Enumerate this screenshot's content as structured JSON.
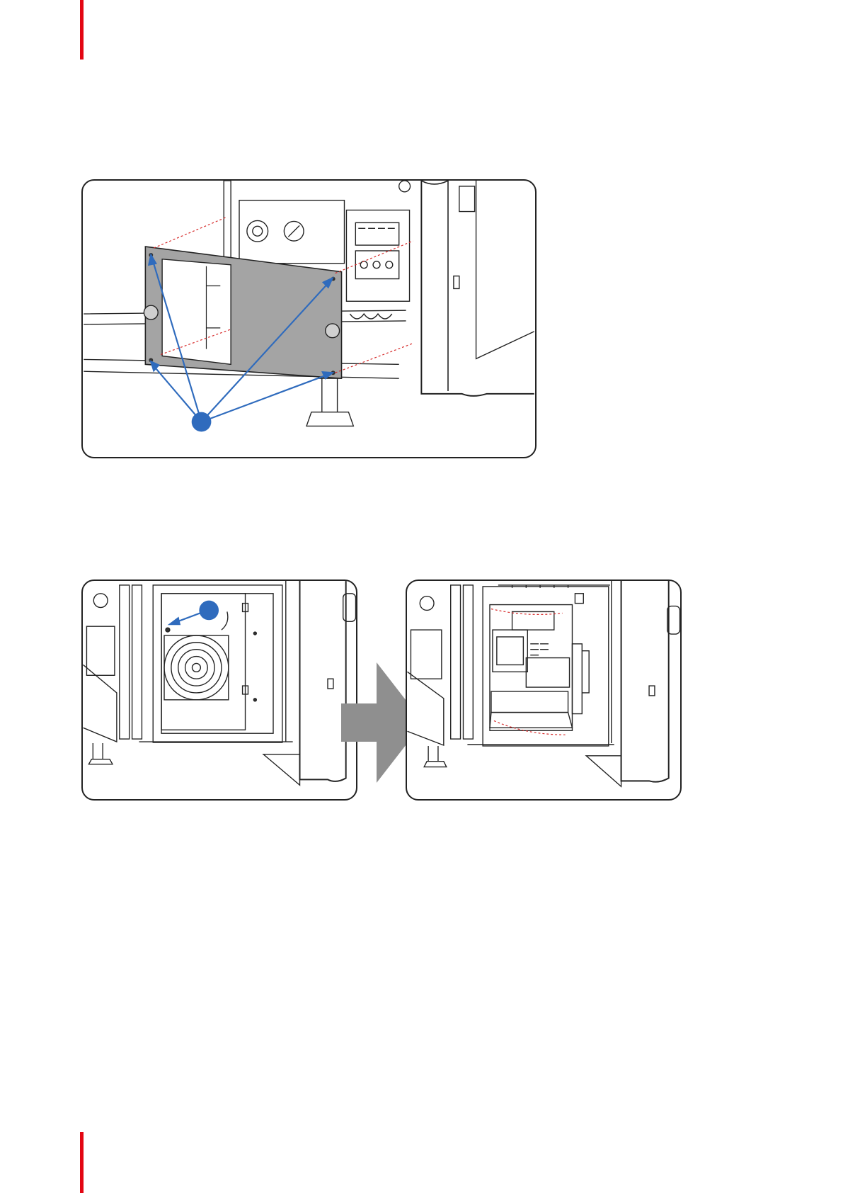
{
  "page": {
    "accent_color": "#e30613",
    "callout_color": "#2f6bbd",
    "guide_line_color": "#d62828",
    "panel_color": "#a4a4a4",
    "arrow_color": "#8f8f8f"
  },
  "figures": [
    {
      "name": "cover-plate-removal",
      "callout": ""
    },
    {
      "name": "fan-module-before",
      "callout": ""
    },
    {
      "name": "fan-module-after",
      "callout": ""
    }
  ]
}
